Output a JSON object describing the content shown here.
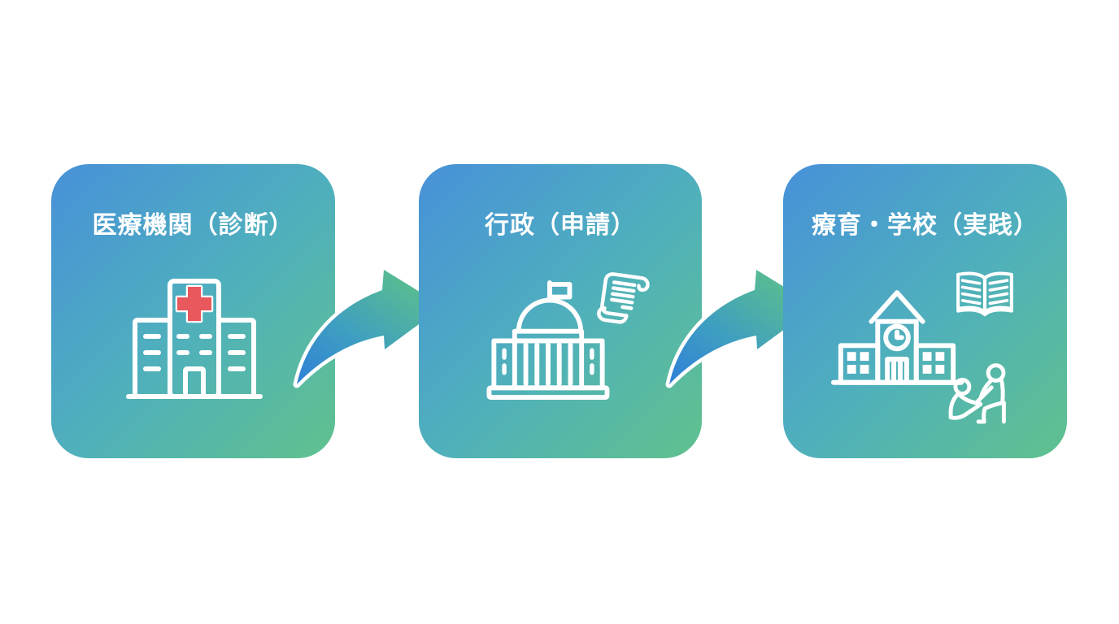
{
  "diagram": {
    "steps": [
      {
        "title": "医療機関（診断）",
        "icons": [
          "hospital-building-icon",
          "red-cross-icon"
        ]
      },
      {
        "title": "行政（申請）",
        "icons": [
          "government-building-icon",
          "flag-icon",
          "scroll-document-icon"
        ]
      },
      {
        "title": "療育・学校（実践）",
        "icons": [
          "school-building-icon",
          "clock-icon",
          "open-book-icon",
          "people-support-icon"
        ]
      }
    ],
    "arrows": [
      {
        "from": "医療機関（診断）",
        "to": "行政（申請）"
      },
      {
        "from": "行政（申請）",
        "to": "療育・学校（実践）"
      }
    ]
  },
  "colors": {
    "page_bg": "#ffffff",
    "card_grad_start": "#4791d9",
    "card_grad_mid": "#4fb0bc",
    "card_grad_end": "#60c18d",
    "arrow_blue": "#2f80d8",
    "arrow_teal": "#3f9fc0",
    "arrow_green": "#5dc08a",
    "cross_red": "#e8585c",
    "icon_stroke": "#ffffff",
    "title_color": "#ffffff"
  }
}
